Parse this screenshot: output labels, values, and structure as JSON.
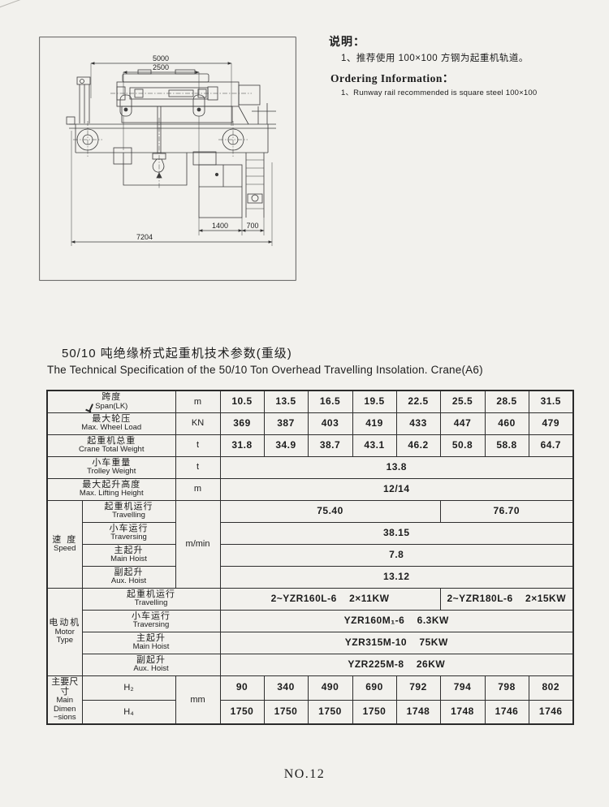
{
  "notes": {
    "cn_title": "说明：",
    "cn_item": "1、推荐使用 100×100 方钢为起重机轨道。",
    "en_title": "Ordering Information：",
    "en_item": "1、Runway rail recommended is square steel 100×100"
  },
  "drawing": {
    "dim_5000": "5000",
    "dim_2500": "2500",
    "dim_1400": "1400",
    "dim_700": "700",
    "dim_7204": "7204"
  },
  "titles": {
    "chinese": "50/10 吨绝缘桥式起重机技术参数(重级)",
    "english": "The Technical Specification of the 50/10 Ton Overhead Travelling Insolation. Crane(A6)"
  },
  "table": {
    "span": {
      "cn": "跨度",
      "en": "Span(LK)",
      "unit": "m",
      "values": [
        "10.5",
        "13.5",
        "16.5",
        "19.5",
        "22.5",
        "25.5",
        "28.5",
        "31.5"
      ]
    },
    "wheel_load": {
      "cn": "最大轮压",
      "en": "Max. Wheel Load",
      "unit": "KN",
      "values": [
        "369",
        "387",
        "403",
        "419",
        "433",
        "447",
        "460",
        "479"
      ]
    },
    "crane_weight": {
      "cn": "起重机总重",
      "en": "Crane Total Weight",
      "unit": "t",
      "values": [
        "31.8",
        "34.9",
        "38.7",
        "43.1",
        "46.2",
        "50.8",
        "58.8",
        "64.7"
      ]
    },
    "trolley_weight": {
      "cn": "小车重量",
      "en": "Trolley Weight",
      "unit": "t",
      "value": "13.8"
    },
    "lifting_height": {
      "cn": "最大起升高度",
      "en": "Max. Lifting Height",
      "unit": "m",
      "value": "12/14"
    },
    "speed": {
      "group_cn": "速 度",
      "group_en": "Speed",
      "unit": "m/min",
      "travelling": {
        "cn": "起重机运行",
        "en": "Travelling",
        "value_a": "75.40",
        "value_b": "76.70"
      },
      "traversing": {
        "cn": "小车运行",
        "en": "Traversing",
        "value": "38.15"
      },
      "main_hoist": {
        "cn": "主起升",
        "en": "Main Hoist",
        "value": "7.8"
      },
      "aux_hoist": {
        "cn": "副起升",
        "en": "Aux. Hoist",
        "value": "13.12"
      }
    },
    "motor": {
      "group_cn": "电动机",
      "group_en1": "Motor",
      "group_en2": "Type",
      "travelling": {
        "cn": "起重机运行",
        "en": "Travelling",
        "value_a": "2~YZR160L-6    2×11KW",
        "value_b": "2~YZR180L-6    2×15KW"
      },
      "traversing": {
        "cn": "小车运行",
        "en": "Traversing",
        "value": "YZR160M₁-6    6.3KW"
      },
      "main_hoist": {
        "cn": "主起升",
        "en": "Main Hoist",
        "value": "YZR315M-10    75KW"
      },
      "aux_hoist": {
        "cn": "副起升",
        "en": "Aux. Hoist",
        "value": "YZR225M-8    26KW"
      }
    },
    "dims": {
      "group_cn": "主要尺寸",
      "group_en1": "Main",
      "group_en2": "Dimen",
      "group_en3": "−sions",
      "h2_label": "H₂",
      "h4_label": "H₄",
      "unit": "mm",
      "h2_values": [
        "90",
        "340",
        "490",
        "690",
        "792",
        "794",
        "798",
        "802"
      ],
      "h4_values": [
        "1750",
        "1750",
        "1750",
        "1750",
        "1748",
        "1748",
        "1746",
        "1746"
      ]
    }
  },
  "footer": {
    "page_no": "NO.12"
  }
}
